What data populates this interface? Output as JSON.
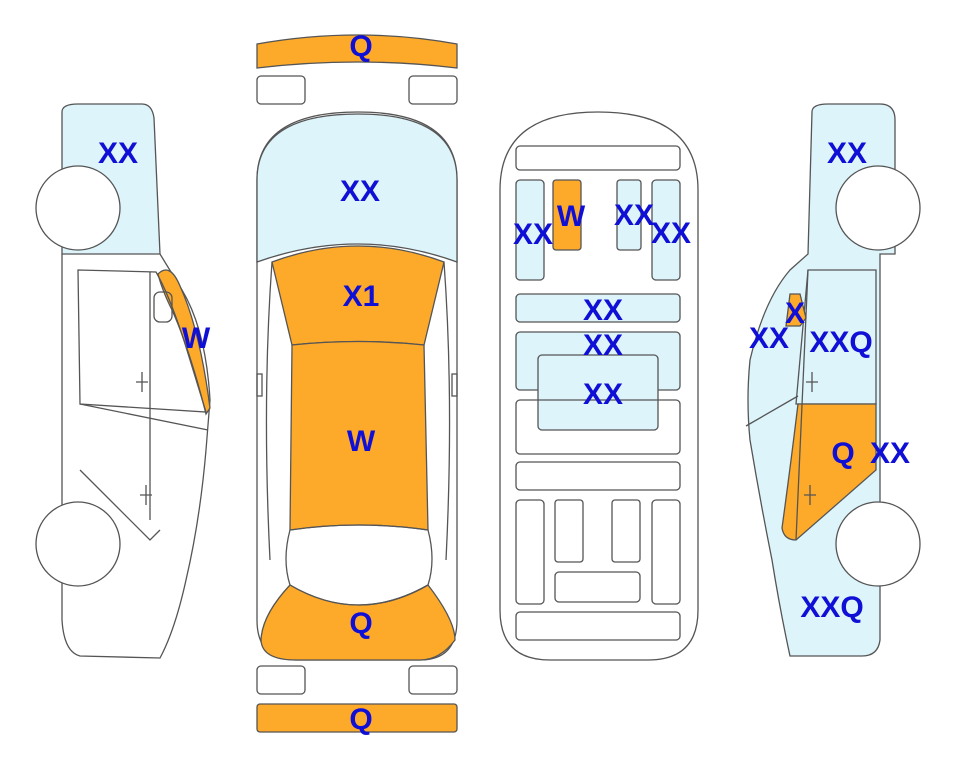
{
  "colors": {
    "damage_fill": "#FDAA2B",
    "glass_fill": "#DDF4FB",
    "label_text": "#0F0FD6"
  },
  "labels": {
    "front_bumper": "Q",
    "hood": "XX",
    "windshield": "X1",
    "roof": "W",
    "trunk_lid": "Q",
    "rear_bumper": "Q",
    "left_front_fender": "XX",
    "left_a_pillar": "W",
    "int_front_left": "XX",
    "int_front_seat": "W",
    "int_front_mid": "XX",
    "int_front_right": "XX",
    "int_dash": "XX",
    "int_second_row": "XX",
    "int_center": "XX",
    "right_front_fender": "XX",
    "right_mirror": "X",
    "right_front_pillar": "XX",
    "right_front_door": "XXQ",
    "right_rear_door": "Q",
    "right_rear_quarter": "XX",
    "right_rear_fender": "XXQ"
  }
}
